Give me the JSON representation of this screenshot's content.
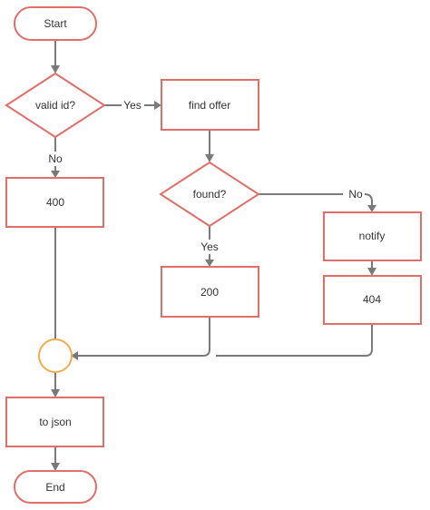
{
  "nodes": {
    "start": "Start",
    "valid_id": "valid id?",
    "find_offer": "find offer",
    "err_400": "400",
    "found": "found?",
    "notify": "notify",
    "ok_200": "200",
    "err_404": "404",
    "to_json": "to json",
    "end": "End"
  },
  "edge_labels": {
    "valid_yes": "Yes",
    "valid_no": "No",
    "found_yes": "Yes",
    "found_no": "No"
  },
  "colors": {
    "node_stroke": "#e06f6b",
    "merge_stroke": "#f0ad4e",
    "edge": "#7a7a7a",
    "text": "#333333"
  }
}
